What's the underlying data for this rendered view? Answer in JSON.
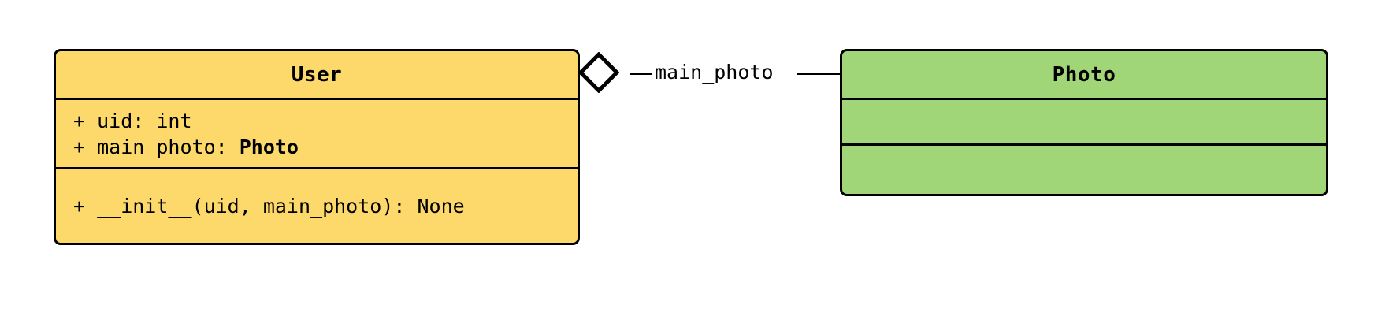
{
  "diagram": {
    "type": "uml-class-diagram",
    "background_color": "#ffffff",
    "stroke_color": "#000000"
  },
  "classes": [
    {
      "id": "user",
      "name": "User",
      "fill_color": "#FDD96C",
      "attributes": [
        {
          "visibility": "+",
          "text_before": "+ uid: int",
          "name": "uid",
          "type": "int"
        },
        {
          "visibility": "+",
          "text_before": "+ main_photo: ",
          "name": "main_photo",
          "type": "Photo"
        }
      ],
      "methods": [
        {
          "visibility": "+",
          "text": "+ __init__(uid, main_photo): None",
          "name": "__init__",
          "params": "uid, main_photo",
          "returns": "None"
        }
      ]
    },
    {
      "id": "photo",
      "name": "Photo",
      "fill_color": "#A0D677",
      "attributes": [],
      "methods": []
    }
  ],
  "relationships": [
    {
      "id": "user-main-photo",
      "kind": "aggregation",
      "source": "User",
      "target": "Photo",
      "label": "main_photo",
      "source_decoration": "hollow-diamond"
    }
  ]
}
